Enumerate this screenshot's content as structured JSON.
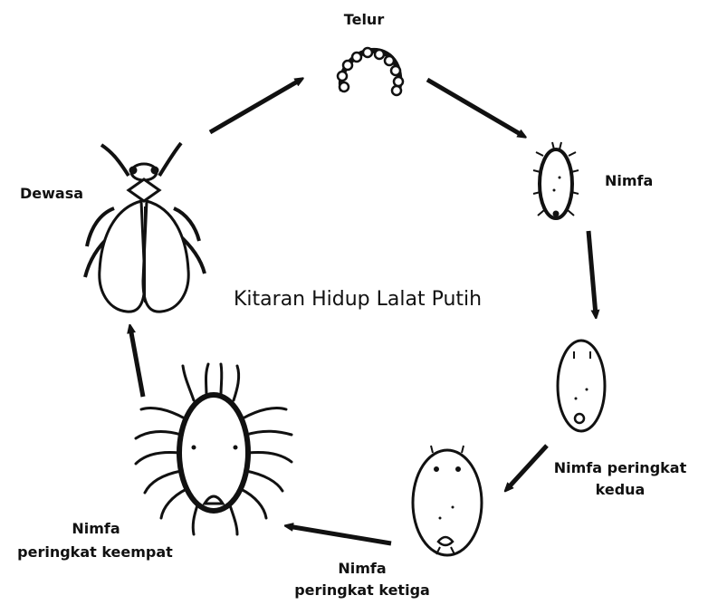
{
  "title": "Kitaran Hidup Lalat Putih",
  "stages": {
    "egg": "Telur",
    "nymph": "Nimfa",
    "nymph2": "Nimfa peringkat kedua",
    "nymph3_line1": "Nimfa",
    "nymph3_line2": "peringkat ketiga",
    "nymph4_line1": "Nimfa",
    "nymph4_line2": "peringkat keempat",
    "adult": "Dewasa"
  },
  "colors": {
    "ink": "#111111",
    "background": "#ffffff"
  }
}
